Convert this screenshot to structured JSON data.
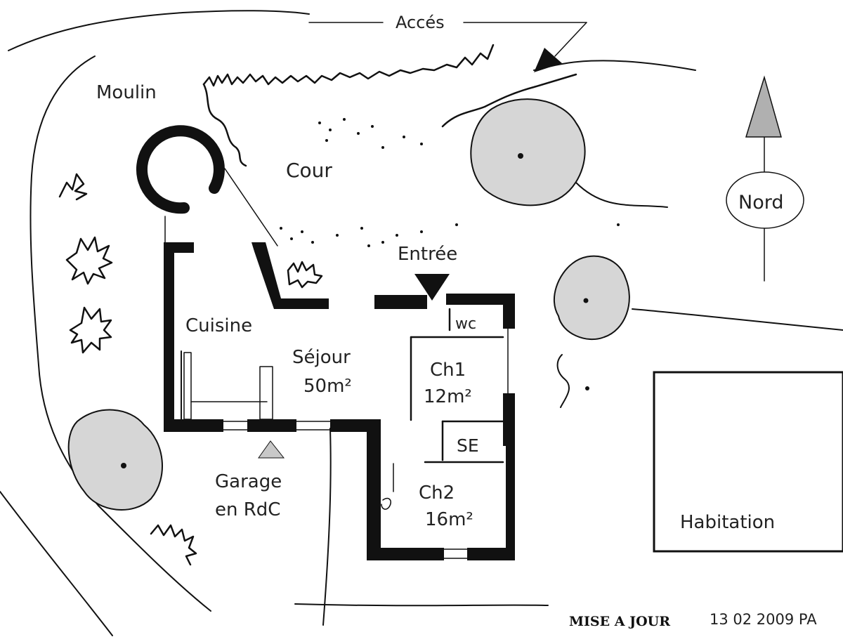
{
  "labels": {
    "acces": "Accés",
    "moulin": "Moulin",
    "cour": "Cour",
    "nord": "Nord",
    "entree": "Entrée",
    "cuisine": "Cuisine",
    "wc": "wc",
    "sejour_name": "Séjour",
    "sejour_area": "50m²",
    "ch1_name": "Ch1",
    "ch1_area": "12m²",
    "se": "SE",
    "ch2_name": "Ch2",
    "ch2_area": "16m²",
    "garage_line1": "Garage",
    "garage_line2": "en RdC",
    "habitation": "Habitation"
  },
  "footer": {
    "update_label": "MISE A JOUR",
    "update_date": "13 02 2009 PA"
  },
  "colors": {
    "ink": "#111111",
    "tree_fill": "#d6d6d6",
    "arrow_fill": "#b0b0b0"
  }
}
